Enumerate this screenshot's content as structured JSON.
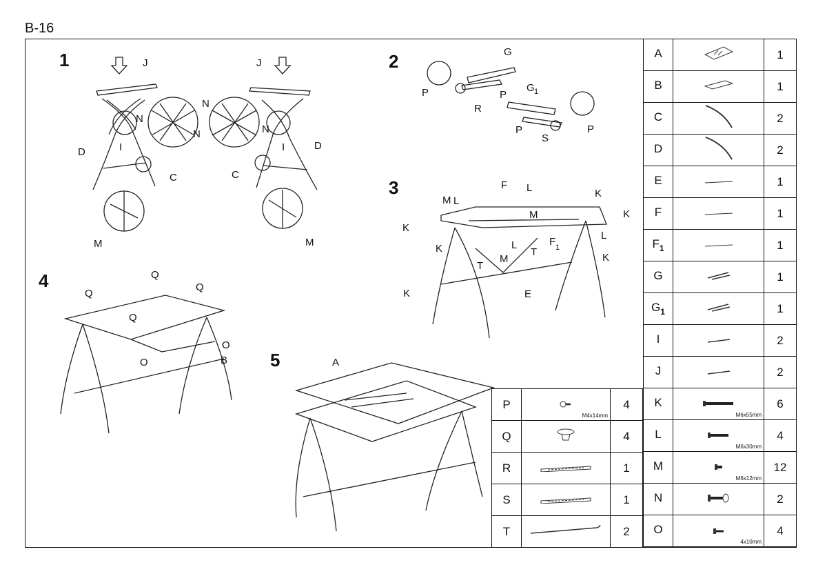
{
  "title": "B-16",
  "steps": [
    "1",
    "2",
    "3",
    "4",
    "5"
  ],
  "labels": {
    "s1": [
      "J",
      "J",
      "N",
      "N",
      "N",
      "N",
      "D",
      "D",
      "I",
      "I",
      "C",
      "C",
      "M",
      "M"
    ],
    "s2": [
      "G",
      "P",
      "P",
      "R",
      "G",
      "1",
      "P",
      "S",
      "P"
    ],
    "s3": [
      "F",
      "L",
      "L",
      "M",
      "M",
      "K",
      "K",
      "K",
      "K",
      "K",
      "K",
      "L",
      "L",
      "F",
      "1",
      "T",
      "T",
      "M",
      "E"
    ],
    "s4": [
      "Q",
      "Q",
      "Q",
      "Q",
      "O",
      "O",
      "B"
    ],
    "s5": [
      "A"
    ]
  },
  "right_parts": [
    {
      "code": "A",
      "sub": "",
      "qty": "1",
      "size": "",
      "icon": "glass-top-icon"
    },
    {
      "code": "B",
      "sub": "",
      "qty": "1",
      "size": "",
      "icon": "keyboard-shelf-icon"
    },
    {
      "code": "C",
      "sub": "",
      "qty": "2",
      "size": "",
      "icon": "curved-leg-icon"
    },
    {
      "code": "D",
      "sub": "",
      "qty": "2",
      "size": "",
      "icon": "curved-leg-icon"
    },
    {
      "code": "E",
      "sub": "",
      "qty": "1",
      "size": "",
      "icon": "bar-icon"
    },
    {
      "code": "F",
      "sub": "",
      "qty": "1",
      "size": "",
      "icon": "bar-icon"
    },
    {
      "code": "F",
      "sub": "1",
      "qty": "1",
      "size": "",
      "icon": "bar-icon"
    },
    {
      "code": "G",
      "sub": "",
      "qty": "1",
      "size": "",
      "icon": "bracket-icon"
    },
    {
      "code": "G",
      "sub": "1",
      "qty": "1",
      "size": "",
      "icon": "bracket-icon"
    },
    {
      "code": "I",
      "sub": "",
      "qty": "2",
      "size": "",
      "icon": "short-bar-icon"
    },
    {
      "code": "J",
      "sub": "",
      "qty": "2",
      "size": "",
      "icon": "short-bar-icon"
    },
    {
      "code": "K",
      "sub": "",
      "qty": "6",
      "size": "M6x55mm",
      "icon": "long-bolt-icon"
    },
    {
      "code": "L",
      "sub": "",
      "qty": "4",
      "size": "M6x30mm",
      "icon": "bolt-icon"
    },
    {
      "code": "M",
      "sub": "",
      "qty": "12",
      "size": "M6x12mm",
      "icon": "short-bolt-icon"
    },
    {
      "code": "N",
      "sub": "",
      "qty": "2",
      "size": "",
      "icon": "bolt-with-cap-icon"
    },
    {
      "code": "O",
      "sub": "",
      "qty": "4",
      "size": "4x10mm",
      "icon": "screw-icon"
    }
  ],
  "left_parts": [
    {
      "code": "P",
      "qty": "4",
      "size": "M4x14mm",
      "icon": "small-screw-icon"
    },
    {
      "code": "Q",
      "qty": "4",
      "size": "",
      "icon": "glass-pad-icon"
    },
    {
      "code": "R",
      "qty": "1",
      "size": "",
      "icon": "slide-rail-icon"
    },
    {
      "code": "S",
      "qty": "1",
      "size": "",
      "icon": "slide-rail-icon"
    },
    {
      "code": "T",
      "qty": "2",
      "size": "",
      "icon": "cross-rod-icon"
    }
  ]
}
